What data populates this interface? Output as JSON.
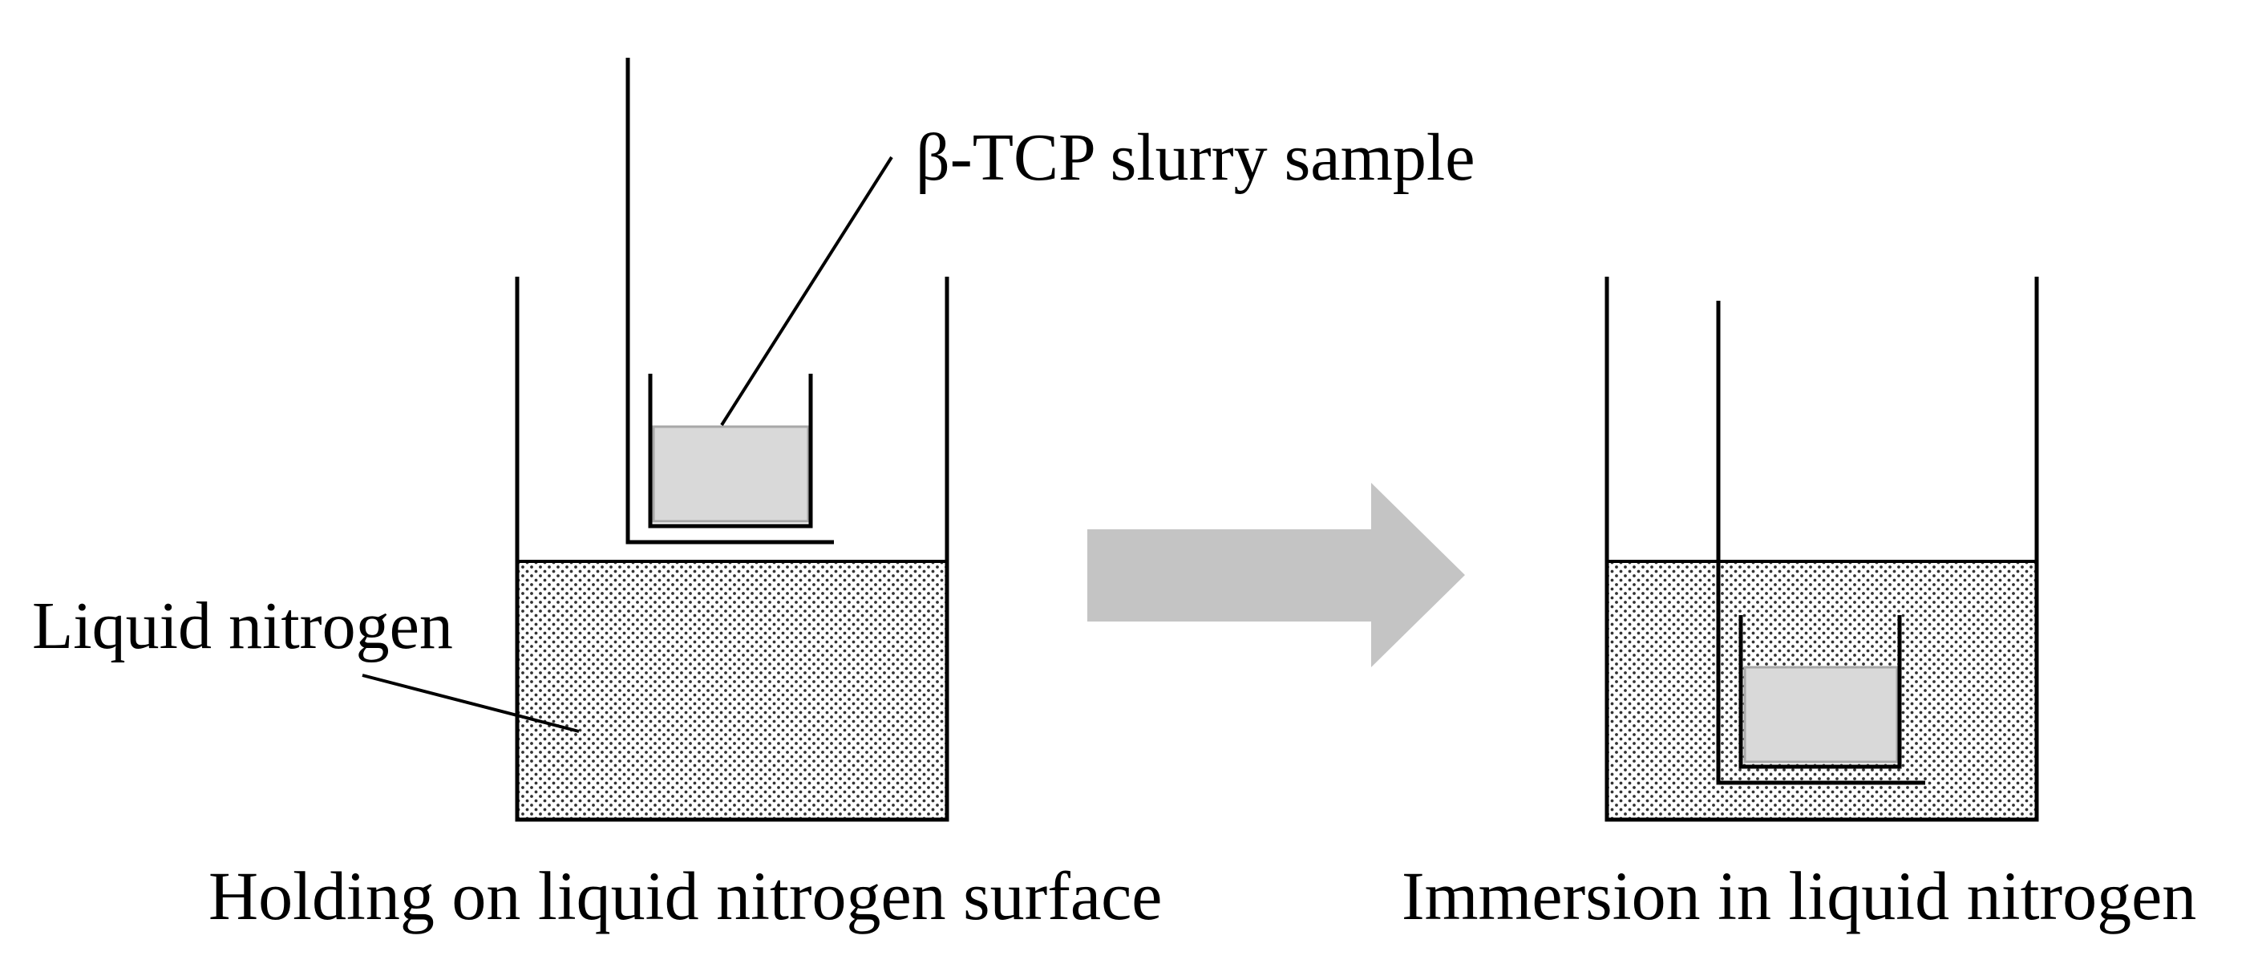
{
  "labels": {
    "slurry_sample": "β-TCP slurry sample",
    "liquid_nitrogen": "Liquid nitrogen",
    "caption_left": "Holding on liquid nitrogen surface",
    "caption_right": "Immersion in liquid nitrogen"
  },
  "colors": {
    "line": "#000000",
    "slurry_fill": "#d9d9d9",
    "arrow_fill": "#c4c4c4",
    "nitrogen_dots": "#333333",
    "background": "#ffffff"
  }
}
